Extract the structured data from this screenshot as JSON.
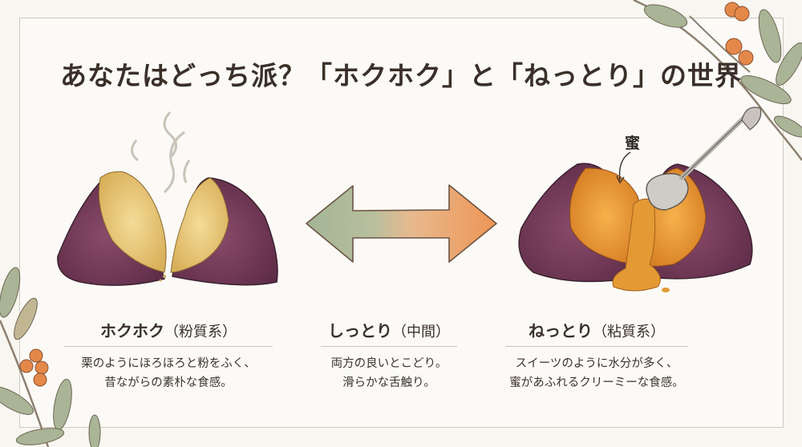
{
  "title": "あなたはどっち派？「ホクホク」と「ねっとり」の世界",
  "illustrations": {
    "left": "hokuhoku-sweet-potato-steaming",
    "center": "double-arrow",
    "right": "nettori-sweet-potato-with-honey-spoon",
    "honey_label": "蜜"
  },
  "columns": [
    {
      "heading": "ホクホク",
      "heading_paren": "（粉質系）",
      "desc_line1": "栗のようにほろほろと粉をふく、",
      "desc_line2": "昔ながらの素朴な食感。"
    },
    {
      "heading": "しっとり",
      "heading_paren": "（中間）",
      "desc_line1": "両方の良いとこどり。",
      "desc_line2": "滑らかな舌触り。"
    },
    {
      "heading": "ねっとり",
      "heading_paren": "（粘質系）",
      "desc_line1": "スイーツのように水分が多く、",
      "desc_line2": "蜜があふれるクリーミーな食感。"
    }
  ],
  "colors": {
    "background": "#f8f6f0",
    "skin_purple": "#6a3350",
    "flesh_yellow": "#e2bd6a",
    "flesh_orange": "#e59a3a",
    "arrow_green": "#a9b99a",
    "arrow_orange": "#ef9c5e",
    "leaf_green": "#a7b394",
    "berry_orange": "#e5894a"
  }
}
